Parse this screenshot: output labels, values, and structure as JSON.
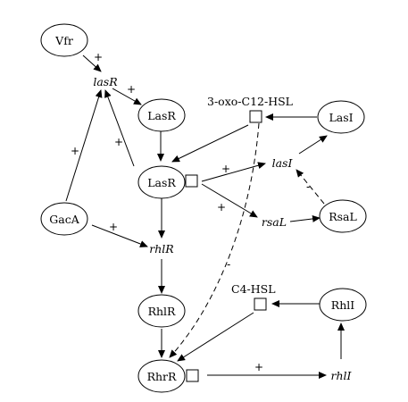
{
  "nodes": {
    "vfr": "Vfr",
    "lasR_gene": "lasR",
    "lasR_protein": "LasR",
    "lasR_complex": "LasR",
    "gacA": "GacA",
    "rhlR_gene": "rhlR",
    "rhlR_protein": "RhlR",
    "rhrR_complex": "RhrR",
    "lasI_protein": "LasI",
    "lasI_gene": "lasI",
    "rsaL_gene": "rsaL",
    "rsaL_protein": "RsaL",
    "rhlI_protein": "RhlI",
    "rhlI_gene": "rhlI"
  },
  "signals": {
    "oxo_c12_hsl": "3-oxo-C12-HSL",
    "c4_hsl": "C4-HSL"
  },
  "edge_signs": {
    "vfr_to_lasR": "+",
    "lasR_gene_to_protein": "+",
    "lasR_complex_to_lasR_gene": "+",
    "gacA_to_lasR_gene": "+",
    "gacA_to_rhlR": "+",
    "complex_to_lasI": "+",
    "complex_to_rsaL": "+",
    "rsaL_to_lasI": "-",
    "hsl_to_rhrR": "-",
    "rhrR_to_rhlI": "+"
  }
}
